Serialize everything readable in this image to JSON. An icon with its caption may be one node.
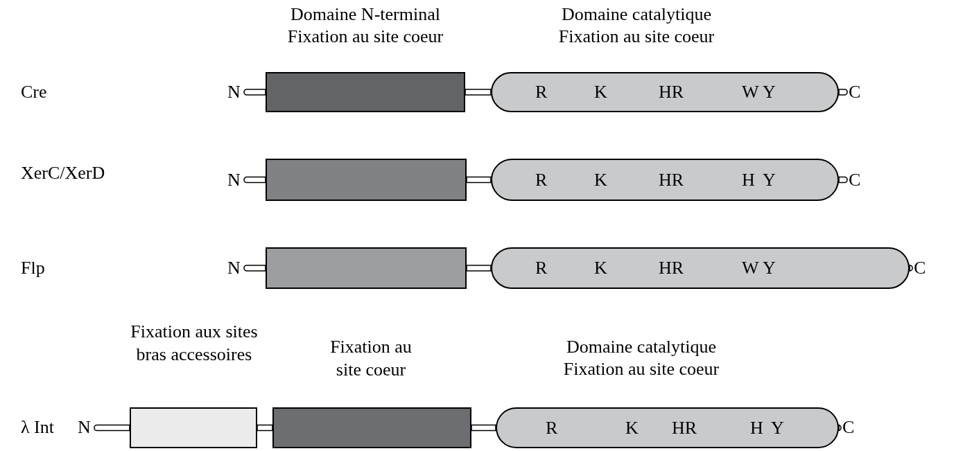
{
  "diagram": {
    "nodes": [
      {
        "text": [
          "N"
        ]
      },
      {
        "text": [],
        "shape": "box",
        "beside": [
          "Domaine N-terminal",
          "Fixation au site coeur"
        ]
      },
      {
        "text": [
          "R",
          "K",
          "HR",
          "W",
          "Y"
        ],
        "beside": [
          "Domaine catalytique",
          "Fixation au site coeur"
        ]
      },
      {
        "text": [
          "C"
        ]
      },
      {
        "text": [
          "N"
        ]
      },
      {
        "text": [],
        "shape": "box"
      },
      {
        "text": [
          "R",
          "K",
          "HR",
          "H",
          "Y"
        ]
      },
      {
        "text": [
          "C"
        ]
      },
      {
        "text": [
          "N"
        ]
      },
      {
        "text": [],
        "shape": "box"
      },
      {
        "text": [
          "R",
          "K",
          "HR",
          "W",
          "Y"
        ]
      },
      {
        "text": [
          "C"
        ]
      },
      {
        "text": [
          "N"
        ]
      },
      {
        "text": [],
        "shape": "box",
        "beside": [
          "Fixation aux sites bras accessoires"
        ]
      },
      {
        "text": [],
        "shape": "box",
        "beside": [
          "Fixation au site coeur"
        ]
      },
      {
        "text": [
          "R",
          "K",
          "HR",
          "H",
          "Y"
        ],
        "beside": [
          "Domaine catalytique",
          "Fixation au site coeur"
        ]
      },
      {
        "text": [
          "C"
        ]
      }
    ],
    "edges": [
      {
        "from": 0,
        "to": 1,
        "arrow": "none"
      },
      {
        "from": 1,
        "to": 2,
        "arrow": "none"
      },
      {
        "from": 2,
        "to": 3,
        "arrow": "none"
      },
      {
        "from": 4,
        "to": 5,
        "arrow": "none"
      },
      {
        "from": 5,
        "to": 6,
        "arrow": "none"
      },
      {
        "from": 6,
        "to": 7,
        "arrow": "none"
      },
      {
        "from": 8,
        "to": 9,
        "arrow": "none"
      },
      {
        "from": 9,
        "to": 10,
        "arrow": "none"
      },
      {
        "from": 10,
        "to": 11,
        "arrow": "none"
      },
      {
        "from": 12,
        "to": 13,
        "arrow": "none"
      },
      {
        "from": 13,
        "to": 14,
        "arrow": "none"
      },
      {
        "from": 14,
        "to": 15,
        "arrow": "none"
      },
      {
        "from": 15,
        "to": 16,
        "arrow": "none"
      }
    ],
    "labels": [
      "Cre",
      "XerC/XerD",
      "Flp",
      "λ Int"
    ]
  }
}
